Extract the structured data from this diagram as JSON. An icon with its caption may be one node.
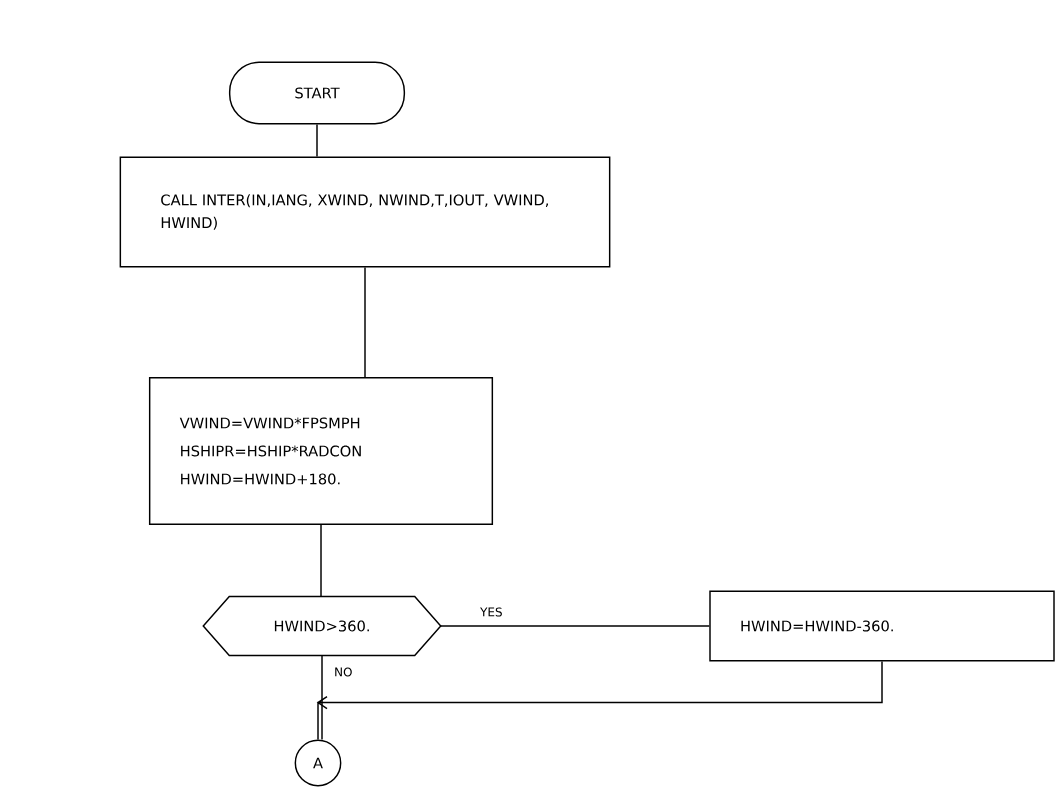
{
  "diagram": {
    "nodes": [
      {
        "text": [
          "START"
        ]
      },
      {
        "text": [
          "CALL INTER(IN,IANG, XWIND, NWIND,T,IOUT, VWIND, HWIND)"
        ]
      },
      {
        "text": [
          "VWIND=VWIND*FPSMPH",
          "HSHIPR=HSHIP*RADCON",
          "HWIND=HWIND+180."
        ]
      },
      {
        "text": [
          "HWIND>360."
        ]
      },
      {
        "text": [
          "HWIND=HWIND-360."
        ]
      },
      {
        "text": [
          "A"
        ]
      }
    ],
    "edges": [
      {
        "from": 0,
        "to": 1,
        "arrow": "none"
      },
      {
        "from": 1,
        "to": 2,
        "arrow": "none"
      },
      {
        "from": 2,
        "to": 3,
        "arrow": "none"
      },
      {
        "from": 3,
        "to": 4,
        "arrow": "none",
        "label": "YES"
      },
      {
        "from": 3,
        "to": 5,
        "arrow": "none",
        "label": "NO"
      },
      {
        "from": 4,
        "to": 5,
        "arrow": "to"
      }
    ]
  }
}
